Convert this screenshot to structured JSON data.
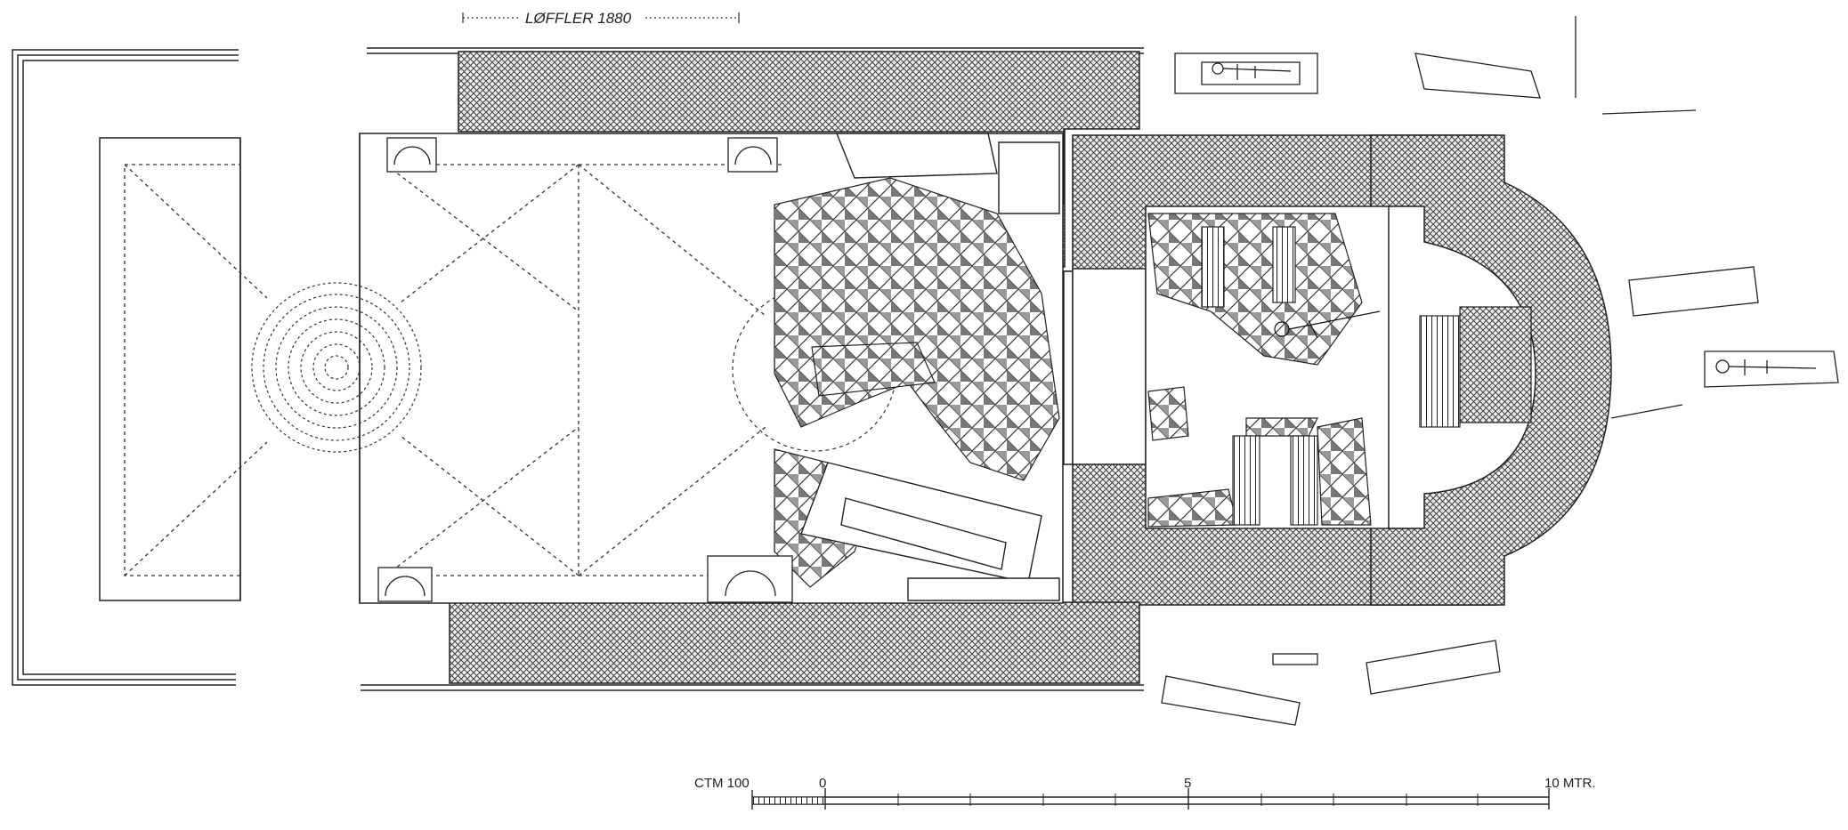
{
  "drawing": {
    "attribution_label": "LØFFLER 1880",
    "ink_color": "#1a1a1a",
    "hatch_color": "#333333"
  },
  "scale_bar": {
    "left_label": "CTM 100",
    "tick_0": "0",
    "tick_5": "5",
    "tick_10": "10 MTR."
  }
}
